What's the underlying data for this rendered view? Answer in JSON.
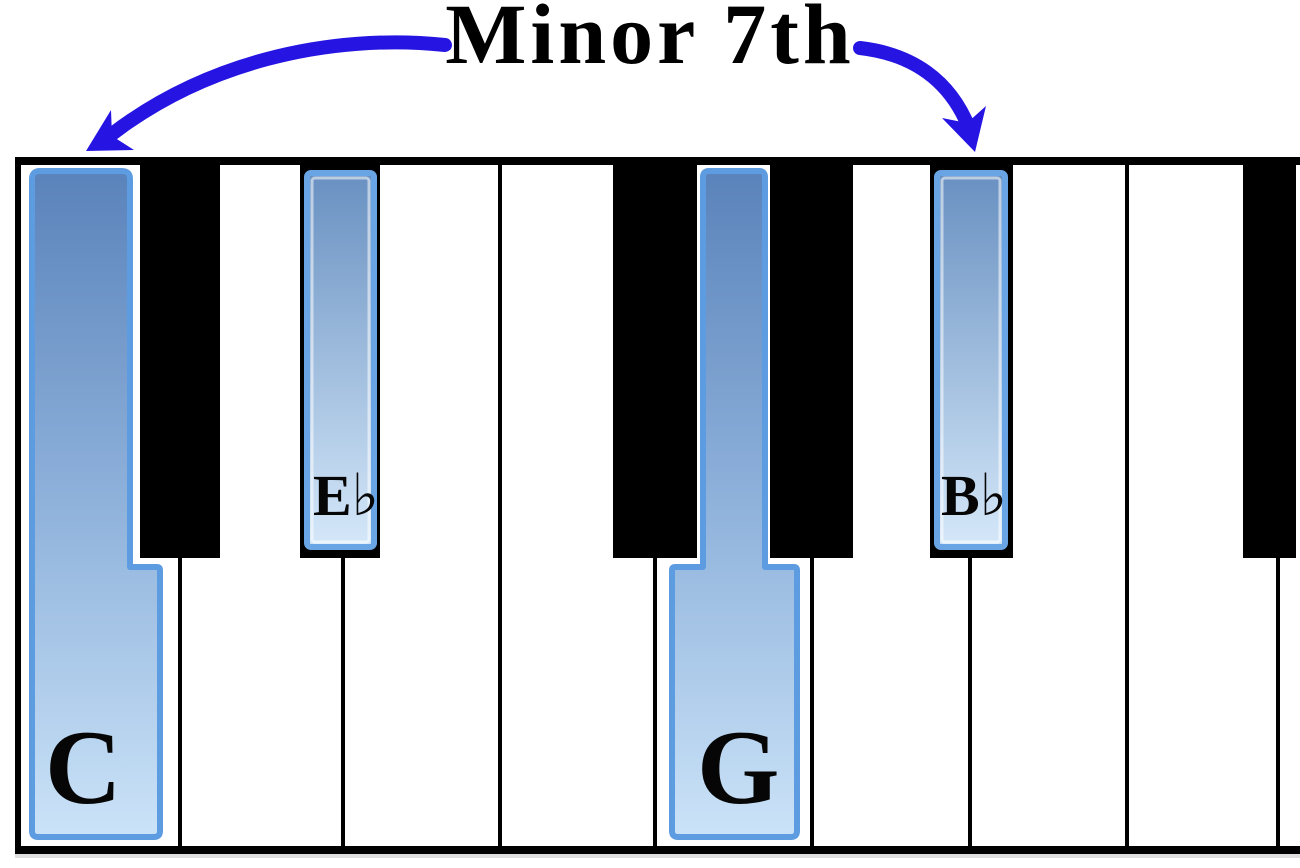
{
  "title": "Minor 7th",
  "interval": {
    "name": "Minor 7th",
    "from_note": "C",
    "to_note": "B♭"
  },
  "notes": {
    "root": "C",
    "minor_third": "E♭",
    "fifth": "G",
    "minor_seventh": "B♭"
  },
  "keyboard": {
    "highlighted_keys": [
      "C",
      "E♭",
      "G",
      "B♭"
    ],
    "white_keys_visible": 8,
    "black_keys_visible": 6
  },
  "colors": {
    "arrow_blue": "#2615E2",
    "highlight_border": "#5E9CE1",
    "highlight_gradient_top": "#5A83BB",
    "highlight_gradient_mid": "#8FB2DB",
    "highlight_gradient_bottom": "#CBE3F8",
    "black_key_highlight_top": "#6890C1",
    "black_key_highlight_bottom": "#D5E8F9",
    "key_black": "#000000",
    "key_white": "#FFFFFF",
    "label_color": "#000000"
  }
}
